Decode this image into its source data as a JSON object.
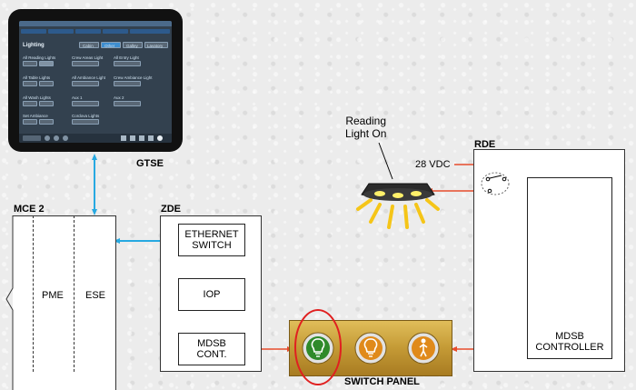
{
  "labels": {
    "gtse": "GTSE",
    "mce2": "MCE 2",
    "pme": "PME",
    "ese": "ESE",
    "zde": "ZDE",
    "ethernet_switch_line1": "ETHERNET",
    "ethernet_switch_line2": "SWITCH",
    "iop": "IOP",
    "mdsb_cont_line1": "MDSB",
    "mdsb_cont_line2": "CONT.",
    "rde": "RDE",
    "mdsb_controller_line1": "MDSB",
    "mdsb_controller_line2": "CONTROLLER",
    "reading_light_line1": "Reading",
    "reading_light_line2": "Light On",
    "vdc": "28 VDC",
    "switch_panel": "SWITCH PANEL"
  },
  "colors": {
    "ethernet_link": "#27a9e1",
    "power_line": "#e74c2c",
    "signal_line": "#1f8a1f",
    "highlight_circle": "#e02020",
    "switch_panel_bg": "#c9a43e",
    "reading_light_beam": "#f5c518"
  },
  "gtse_screen": {
    "section": "Lighting",
    "tabs": [
      "Cabin",
      "Other",
      "Galley",
      "Lavatory"
    ],
    "controls": [
      {
        "label": "All Reading Lights"
      },
      {
        "label": "Crew Areas Light"
      },
      {
        "label": "All Entry Light"
      },
      {
        "label": "All Table Lights"
      },
      {
        "label": "All Ambiance Light"
      },
      {
        "label": "Crew Ambiance Light"
      },
      {
        "label": "All Wash Lights"
      },
      {
        "label": "Aux 1"
      },
      {
        "label": "Aux 2"
      },
      {
        "label": "Set Ambiance"
      },
      {
        "label": "Cordova Lights"
      }
    ]
  },
  "icons": [
    "reading-light-icon",
    "switch-bulb-icon",
    "switch-bulb-orange-icon",
    "switch-person-icon",
    "relay-switch-icon"
  ]
}
